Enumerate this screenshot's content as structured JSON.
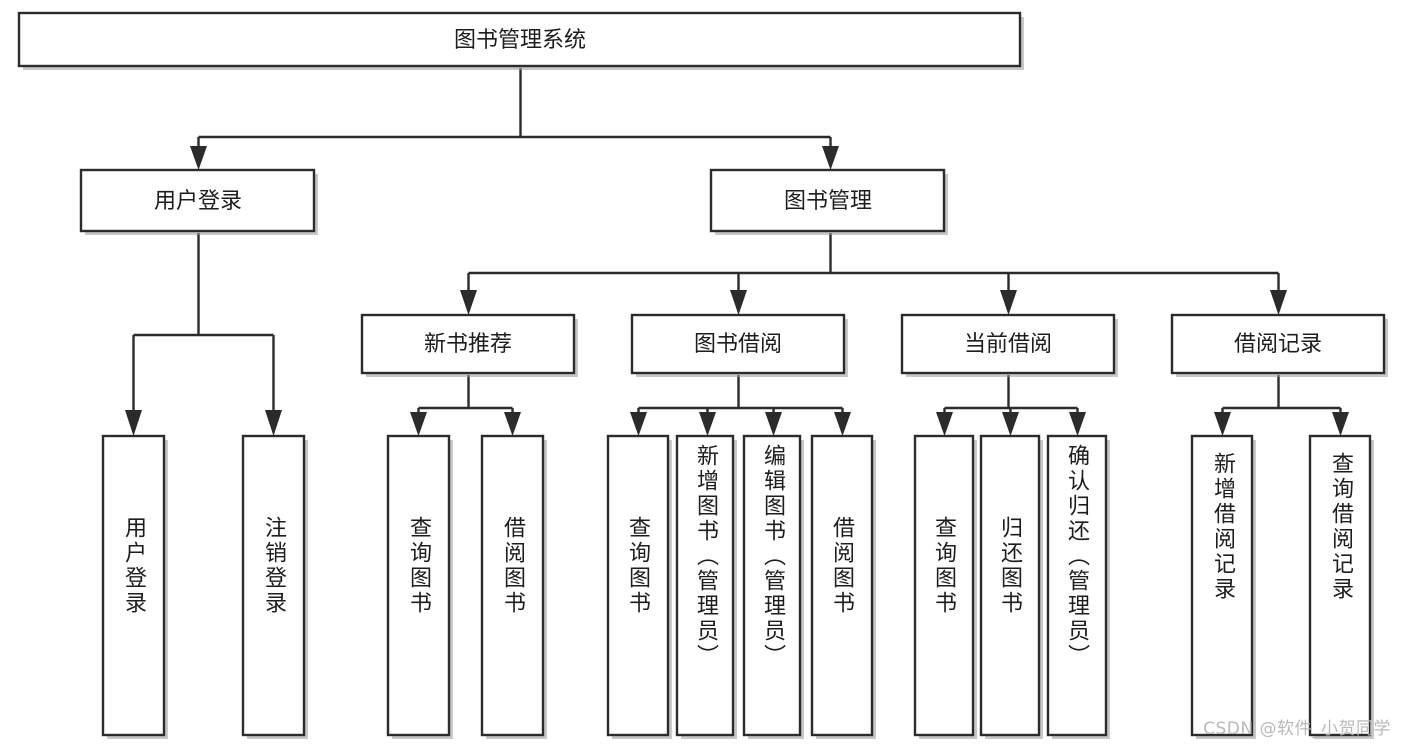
{
  "diagram": {
    "type": "tree",
    "title": "图书管理系统",
    "orientation": "top-down",
    "colors": {
      "box_stroke": "#2b2b2b",
      "box_fill": "#ffffff",
      "connector": "#2b2b2b",
      "background": "#ffffff",
      "watermark": "#b9b9b9"
    },
    "root": {
      "id": "root",
      "label": "图书管理系统"
    },
    "level2": [
      {
        "id": "user-login",
        "label": "用户登录"
      },
      {
        "id": "book-manage",
        "label": "图书管理"
      }
    ],
    "level3": [
      {
        "id": "new-book-recommend",
        "label": "新书推荐",
        "parent": "book-manage"
      },
      {
        "id": "book-borrow",
        "label": "图书借阅",
        "parent": "book-manage"
      },
      {
        "id": "current-borrow",
        "label": "当前借阅",
        "parent": "book-manage"
      },
      {
        "id": "borrow-record",
        "label": "借阅记录",
        "parent": "book-manage"
      }
    ],
    "leaves": [
      {
        "id": "leaf-user-login",
        "label": "用户登录",
        "parent": "user-login"
      },
      {
        "id": "leaf-user-logout",
        "label": "注销登录",
        "parent": "user-login"
      },
      {
        "id": "leaf-query-book-1",
        "label": "查询图书",
        "parent": "new-book-recommend"
      },
      {
        "id": "leaf-borrow-book-1",
        "label": "借阅图书",
        "parent": "new-book-recommend"
      },
      {
        "id": "leaf-query-book-2",
        "label": "查询图书",
        "parent": "book-borrow"
      },
      {
        "id": "leaf-add-book",
        "label": "新增图书（管理员）",
        "parent": "book-borrow"
      },
      {
        "id": "leaf-edit-book",
        "label": "编辑图书（管理员）",
        "parent": "book-borrow"
      },
      {
        "id": "leaf-borrow-book-2",
        "label": "借阅图书",
        "parent": "book-borrow"
      },
      {
        "id": "leaf-query-book-3",
        "label": "查询图书",
        "parent": "current-borrow"
      },
      {
        "id": "leaf-return-book",
        "label": "归还图书",
        "parent": "current-borrow"
      },
      {
        "id": "leaf-confirm-return",
        "label": "确认归还（管理员）",
        "parent": "current-borrow"
      },
      {
        "id": "leaf-add-record",
        "label": "新增借阅记录",
        "parent": "borrow-record"
      },
      {
        "id": "leaf-query-record",
        "label": "查询借阅记录",
        "parent": "borrow-record"
      }
    ]
  },
  "watermark": {
    "text": "CSDN @软件_小贺同学"
  }
}
